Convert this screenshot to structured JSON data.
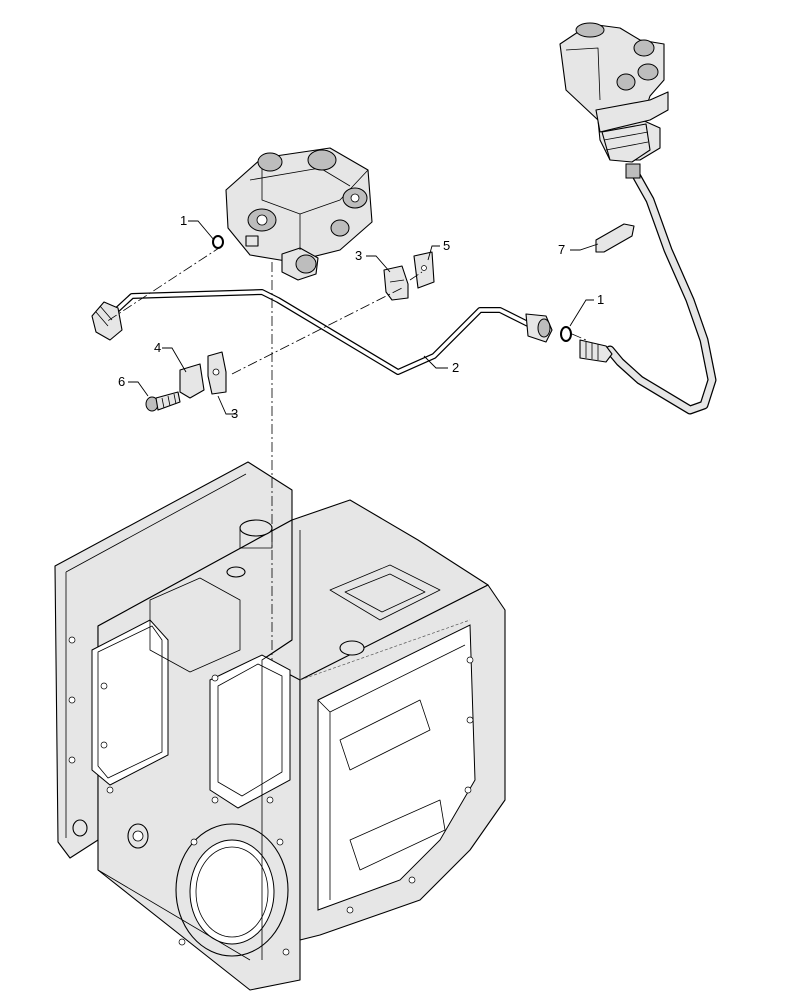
{
  "callouts": [
    {
      "id": "1a",
      "label": "1"
    },
    {
      "id": "1b",
      "label": "1"
    },
    {
      "id": "2",
      "label": "2"
    },
    {
      "id": "3a",
      "label": "3"
    },
    {
      "id": "3b",
      "label": "3"
    },
    {
      "id": "4",
      "label": "4"
    },
    {
      "id": "5",
      "label": "5"
    },
    {
      "id": "6",
      "label": "6"
    },
    {
      "id": "7",
      "label": "7"
    }
  ],
  "line_color": "#000000",
  "fill_color": "#e6e6e6"
}
